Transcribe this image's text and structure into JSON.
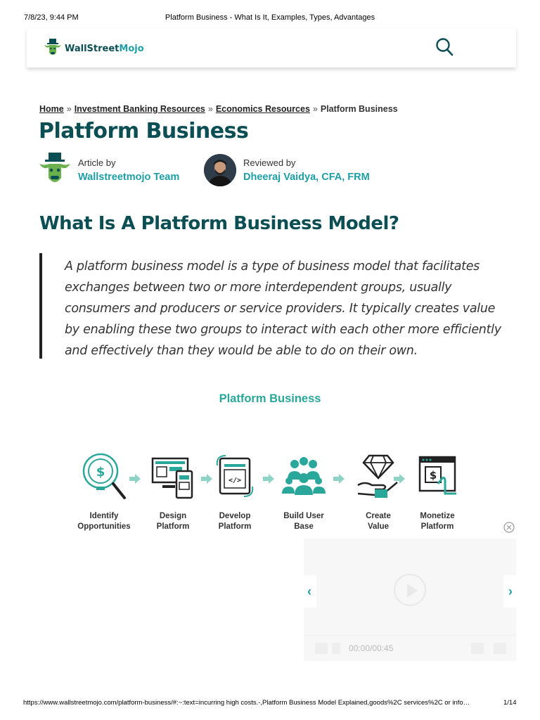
{
  "print_header": {
    "date": "7/8/23, 9:44 PM",
    "title": "Platform Business - What Is It, Examples, Types, Advantages"
  },
  "site": {
    "logo_wall_street": "WallStreet",
    "logo_mojo": "Mojo",
    "brand_color": "#0b4e53",
    "accent_color": "#1e9fa5"
  },
  "breadcrumb": [
    {
      "label": "Home",
      "link": true
    },
    {
      "label": "Investment Banking Resources",
      "link": true
    },
    {
      "label": "Economics Resources",
      "link": true
    },
    {
      "label": "Platform Business",
      "link": false
    }
  ],
  "breadcrumb_sep": "»",
  "page_title": "Platform Business",
  "author": {
    "role": "Article by",
    "name": "Wallstreetmojo Team"
  },
  "reviewer": {
    "role": "Reviewed by",
    "name": "Dheeraj Vaidya, CFA, FRM"
  },
  "section_heading": "What Is A Platform Business Model?",
  "definition_text": "A platform business model is a type of business model that facilitates exchanges between two or more interdependent groups, usually consumers and producers or service providers. It typically creates value by enabling these two groups to interact with each other more efficiently and effectively than they would be able to do on their own.",
  "figure": {
    "title": "Platform Business",
    "steps": [
      {
        "line1": "Identify",
        "line2": "Opportunities",
        "icon": "lightbulb-dollar-icon"
      },
      {
        "line1": "Design",
        "line2": "Platform",
        "icon": "devices-icon"
      },
      {
        "line1": "Develop",
        "line2": "Platform",
        "icon": "code-window-icon"
      },
      {
        "line1": "Build User",
        "line2": "Base",
        "icon": "user-group-icon"
      },
      {
        "line1": "Create",
        "line2": "Value",
        "icon": "hand-diamond-icon"
      },
      {
        "line1": "Monetize",
        "line2": "Platform",
        "icon": "browser-dollar-icon"
      }
    ],
    "teal": "#2aa79b"
  },
  "video": {
    "time": "00:00/00:45"
  },
  "print_footer": {
    "url": "https://www.wallstreetmojo.com/platform-business/#:~:text=incurring high costs.-,Platform Business Model Explained,goods%2C services%2C or info…",
    "page": "1/14"
  }
}
